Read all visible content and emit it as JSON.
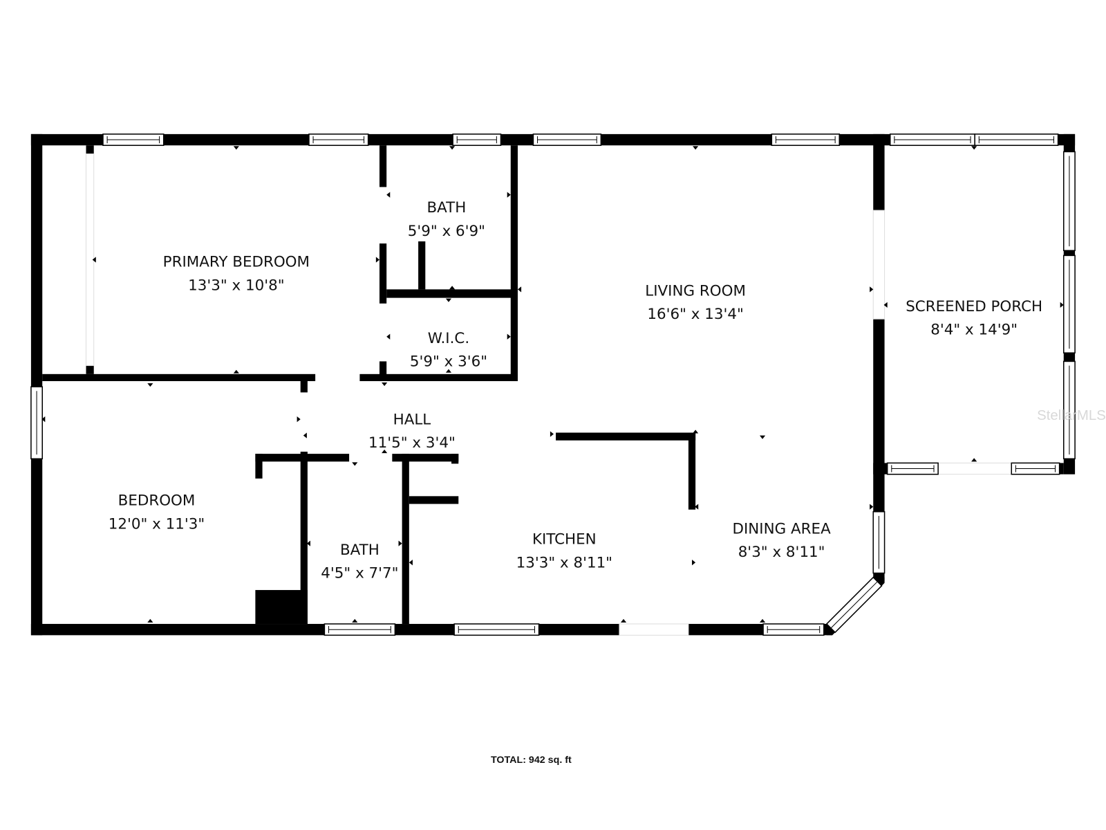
{
  "rooms": [
    {
      "name": "PRIMARY BEDROOM",
      "size": "13'3\" x 10'8\""
    },
    {
      "name": "BATH",
      "size": "5'9\" x 6'9\""
    },
    {
      "name": "W.I.C.",
      "size": "5'9\" x 3'6\""
    },
    {
      "name": "LIVING ROOM",
      "size": "16'6\" x 13'4\""
    },
    {
      "name": "SCREENED PORCH",
      "size": "8'4\" x 14'9\""
    },
    {
      "name": "HALL",
      "size": "11'5\" x 3'4\""
    },
    {
      "name": "BEDROOM",
      "size": "12'0\" x 11'3\""
    },
    {
      "name": "BATH",
      "size": "4'5\" x 7'7\""
    },
    {
      "name": "KITCHEN",
      "size": "13'3\" x 8'11\""
    },
    {
      "name": "DINING AREA",
      "size": "8'3\" x 8'11\""
    }
  ],
  "total": "TOTAL: 942 sq. ft",
  "watermark": "StellarMLS",
  "colors": {
    "wall": "#000000",
    "background": "#ffffff"
  }
}
